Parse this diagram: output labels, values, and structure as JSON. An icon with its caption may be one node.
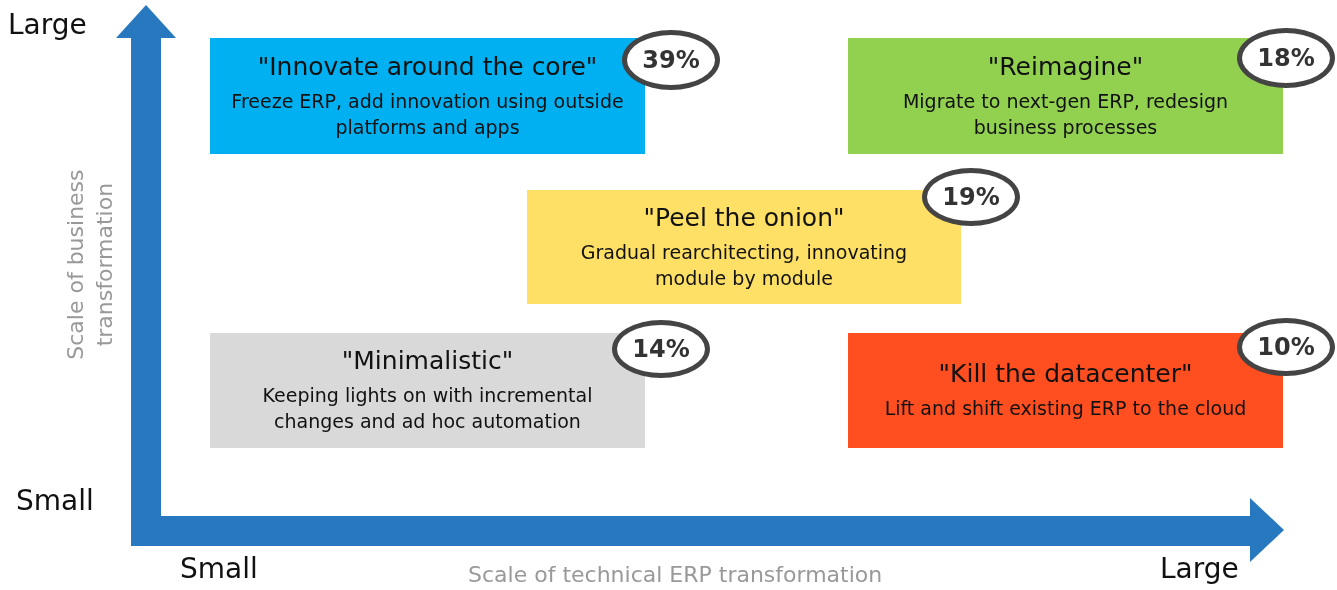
{
  "diagram": {
    "nodes": [
      {
        "text": [
          "\"Innovate around the core\"",
          "Freeze ERP, add innovation using outside platforms and apps"
        ]
      },
      {
        "text": [
          "39%"
        ]
      },
      {
        "text": [
          "\"Reimagine\"",
          "Migrate to next-gen ERP, redesign business processes"
        ]
      },
      {
        "text": [
          "18%"
        ]
      },
      {
        "text": [
          "\"Peel the onion\"",
          "Gradual rearchitecting, innovating module by module"
        ]
      },
      {
        "text": [
          "19%"
        ]
      },
      {
        "text": [
          "\"Minimalistic\"",
          "Keeping lights on with incremental changes and ad hoc automation"
        ]
      },
      {
        "text": [
          "14%"
        ]
      },
      {
        "text": [
          "\"Kill the datacenter\"",
          "Lift and shift existing ERP to the cloud"
        ]
      },
      {
        "text": [
          "10%"
        ]
      }
    ],
    "labels": [
      "Large",
      "Scale of business transformation",
      "Small",
      "Small",
      "Scale of technical ERP transformation",
      "Large"
    ]
  }
}
